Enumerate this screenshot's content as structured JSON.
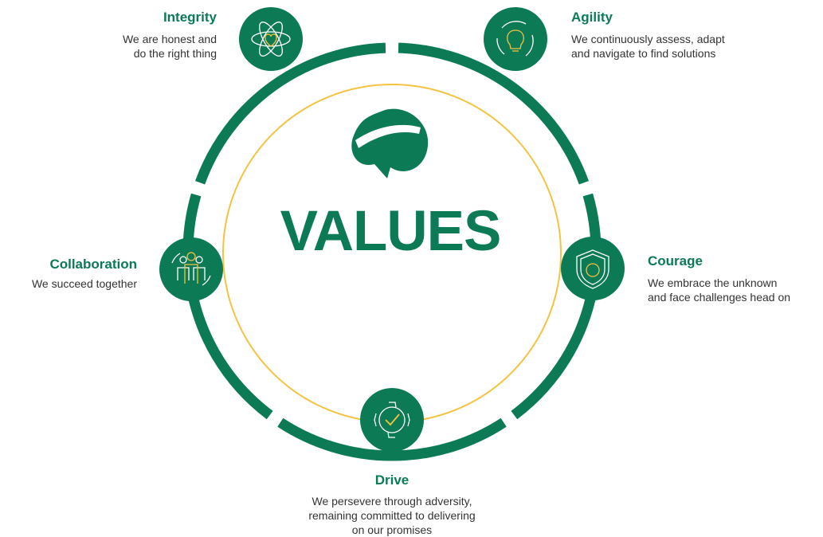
{
  "colors": {
    "green": "#0b7a55",
    "yellow": "#f5c342",
    "text": "#333333"
  },
  "center": {
    "title": "VALUES",
    "logo_icon": "speech-bubble-e-logo-icon"
  },
  "values": [
    {
      "id": "integrity",
      "icon": "atom-heart-icon",
      "title": "Integrity",
      "desc_lines": [
        "We are honest and",
        "do the right thing"
      ]
    },
    {
      "id": "agility",
      "icon": "lightbulb-cycle-icon",
      "title": "Agility",
      "desc_lines": [
        "We continuously assess, adapt",
        "and navigate to find solutions"
      ]
    },
    {
      "id": "courage",
      "icon": "shield-icon",
      "title": "Courage",
      "desc_lines": [
        "We embrace the unknown",
        "and face challenges head on"
      ]
    },
    {
      "id": "drive",
      "icon": "gear-check-icon",
      "title": "Drive",
      "desc_lines": [
        "We persevere through adversity,",
        "remaining committed to delivering",
        "on our promises"
      ]
    },
    {
      "id": "collaboration",
      "icon": "people-group-icon",
      "title": "Collaboration",
      "desc_lines": [
        "We succeed together"
      ]
    }
  ]
}
